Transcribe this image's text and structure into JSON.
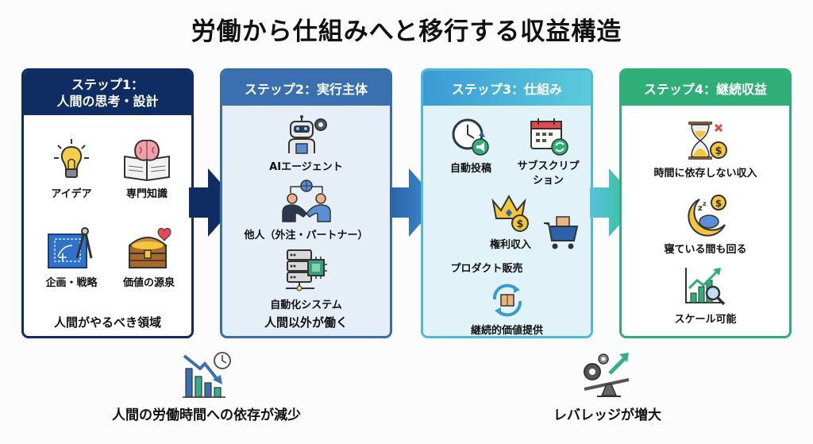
{
  "title": "労働から仕組みへと移行する収益構造",
  "steps": [
    {
      "header_line1": "ステップ1：",
      "header_line2": "人間の思考・設計",
      "items": [
        {
          "label": "アイデア",
          "icon": "lightbulb-icon"
        },
        {
          "label": "専門知識",
          "icon": "brain-book-icon"
        },
        {
          "label": "企画・戦略",
          "icon": "blueprint-compass-icon"
        },
        {
          "label": "価値の源泉",
          "icon": "treasure-chest-icon"
        }
      ],
      "footer": "人間がやるべき領域"
    },
    {
      "header": "ステップ2：実行主体",
      "items": [
        {
          "label": "AIエージェント",
          "icon": "robot-gear-icon"
        },
        {
          "label": "他人（外注・パートナー）",
          "icon": "handshake-globe-icon"
        },
        {
          "label": "自動化システム",
          "icon": "server-chip-icon"
        }
      ],
      "footer": "人間以外が働く"
    },
    {
      "header": "ステップ3：仕組み",
      "items": [
        {
          "label": "自動投稿",
          "icon": "clock-megaphone-icon"
        },
        {
          "label_line1": "サブスクリプ",
          "label_line2": "ション",
          "icon": "calendar-repeat-icon"
        },
        {
          "label": "権利収入",
          "icon": "crown-coin-icon"
        },
        {
          "label": "プロダクト販売",
          "icon": "cart-box-icon"
        },
        {
          "label": "継続的価値提供",
          "icon": "cycle-box-icon"
        }
      ]
    },
    {
      "header": "ステップ4：継続収益",
      "items": [
        {
          "label": "時間に依存しない収入",
          "icon": "hourglass-coin-icon"
        },
        {
          "label": "寝ている間も回る",
          "icon": "moon-sleep-coin-icon"
        },
        {
          "label": "スケール可能",
          "icon": "growth-chart-magnifier-icon"
        }
      ]
    }
  ],
  "bottom": [
    {
      "label": "人間の労働時間への依存が減少",
      "icon": "declining-chart-clock-icon"
    },
    {
      "label": "レバレッジが増大",
      "icon": "gears-lever-arrow-icon"
    }
  ],
  "colors": {
    "step1": "#0f2d62",
    "step2": "#3a70b0",
    "step3_start": "#3a9ad4",
    "step3_end": "#5ccbdc",
    "step4": "#2fae78"
  }
}
